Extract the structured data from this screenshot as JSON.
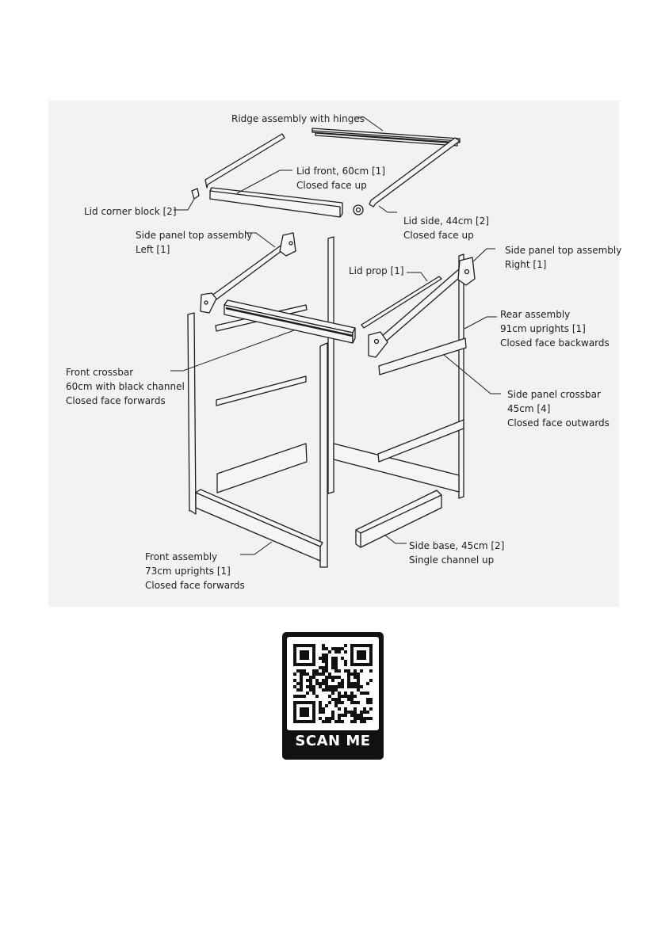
{
  "labels": {
    "ridge": [
      "Ridge assembly with hinges"
    ],
    "lid_front": [
      "Lid front, 60cm [1]",
      "Closed face up"
    ],
    "lid_corner": [
      "Lid corner block [2]"
    ],
    "lid_side": [
      "Lid side, 44cm [2]",
      "Closed face up"
    ],
    "side_top_left": [
      "Side panel top assembly",
      "Left [1]"
    ],
    "lid_prop": [
      "Lid prop [1]"
    ],
    "side_top_right": [
      "Side panel top assembly",
      "Right [1]"
    ],
    "rear": [
      "Rear assembly",
      "91cm uprights [1]",
      "Closed face backwards"
    ],
    "front_crossbar": [
      "Front crossbar",
      "60cm with black channel",
      "Closed face forwards"
    ],
    "side_crossbar": [
      "Side panel crossbar",
      "45cm [4]",
      "Closed face outwards"
    ],
    "side_base": [
      "Side base, 45cm [2]",
      "Single channel up"
    ],
    "front_assembly": [
      "Front assembly",
      "73cm uprights [1]",
      "Closed face forwards"
    ]
  },
  "qr": {
    "caption": "SCAN ME"
  },
  "colors": {
    "ink": "#1e1e1e",
    "wood": "#f5f5f5",
    "panel": "#f2f2f2",
    "qr_frame": "#111111"
  }
}
